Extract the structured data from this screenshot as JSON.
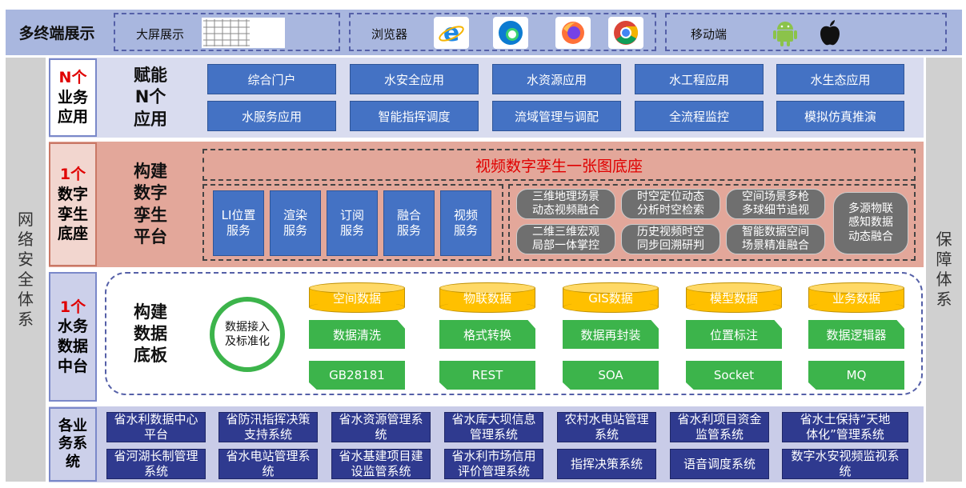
{
  "terminals": {
    "title": "多终端展示",
    "big_screen": "大屏展示",
    "browser": "浏览器",
    "mobile": "移动端",
    "icons": [
      "screen-grid-icon",
      "ie-browser-icon",
      "edge-browser-icon",
      "firefox-browser-icon",
      "chrome-browser-icon",
      "android-icon",
      "apple-icon"
    ]
  },
  "side": {
    "left_text": "网络安全体系",
    "right_text": "保障体系"
  },
  "apps": {
    "tag_line1": "N个",
    "tag_line2": "业务",
    "tag_line3": "应用",
    "title_line1": "赋能",
    "title_line2": "N个",
    "title_line3": "应用",
    "row1": [
      "综合门户",
      "水安全应用",
      "水资源应用",
      "水工程应用",
      "水生态应用"
    ],
    "row2": [
      "水服务应用",
      "智能指挥调度",
      "流域管理与调配",
      "全流程监控",
      "模拟仿真推演"
    ]
  },
  "twin": {
    "tag_line1": "1个",
    "tag_line2": "数字",
    "tag_line3": "孪生",
    "tag_line4": "底座",
    "title_line1": "构建",
    "title_line2": "数字",
    "title_line3": "孪生",
    "title_line4": "平台",
    "banner": "视频数字孪生一张图底座",
    "services": [
      {
        "l1": "LI位置",
        "l2": "服务"
      },
      {
        "l1": "渲染",
        "l2": "服务"
      },
      {
        "l1": "订阅",
        "l2": "服务"
      },
      {
        "l1": "融合",
        "l2": "服务"
      },
      {
        "l1": "视频",
        "l2": "服务"
      }
    ],
    "capabilities": [
      {
        "l1": "三维地理场景",
        "l2": "动态视频融合"
      },
      {
        "l1": "时空定位动态",
        "l2": "分析时空检索"
      },
      {
        "l1": "空间场景多枪",
        "l2": "多球细节追视"
      },
      {
        "l1": "二维三维宏观",
        "l2": "局部一体掌控"
      },
      {
        "l1": "历史视频时空",
        "l2": "同步回溯研判"
      },
      {
        "l1": "智能数据空间",
        "l2": "场景精准融合"
      }
    ],
    "iot": {
      "l1": "多源物联",
      "l2": "感知数据",
      "l3": "动态融合"
    }
  },
  "data": {
    "tag_line1": "1个",
    "tag_line2": "水务",
    "tag_line3": "数据",
    "tag_line4": "中台",
    "title_line1": "构建",
    "title_line2": "数据",
    "title_line3": "底板",
    "ingest_l1": "数据接入",
    "ingest_l2": "及标准化",
    "stores": [
      "空间数据",
      "物联数据",
      "GIS数据",
      "模型数据",
      "业务数据"
    ],
    "processes": [
      "数据清洗",
      "格式转换",
      "数据再封装",
      "位置标注",
      "数据逻辑器"
    ],
    "protocols": [
      "GB28181",
      "REST",
      "SOA",
      "Socket",
      "MQ"
    ]
  },
  "systems": {
    "tag_line1": "各业",
    "tag_line2": "务系",
    "tag_line3": "统",
    "row1": [
      {
        "l1": "省水利数据中心",
        "l2": "平台"
      },
      {
        "l1": "省防汛指挥决策",
        "l2": "支持系统"
      },
      {
        "l1": "省水资源管理系",
        "l2": "统"
      },
      {
        "l1": "省水库大坝信息",
        "l2": "管理系统"
      },
      {
        "l1": "农村水电站管理",
        "l2": "系统"
      },
      {
        "l1": "省水利项目资金",
        "l2": "监管系统"
      },
      {
        "l1": "省水土保持“天地",
        "l2": "体化”管理系统"
      }
    ],
    "row2": [
      {
        "l1": "省河湖长制管理",
        "l2": "系统"
      },
      {
        "l1": "省水电站管理系",
        "l2": "统"
      },
      {
        "l1": "省水基建项目建",
        "l2": "设监管系统"
      },
      {
        "l1": "省水利市场信用",
        "l2": "评价管理系统"
      },
      {
        "l1": "指挥决策系统",
        "l2": ""
      },
      {
        "l1": "语音调度系统",
        "l2": ""
      },
      {
        "l1": "数字水安视频监视系",
        "l2": "统"
      }
    ]
  },
  "colors": {
    "terminal_band": "#a9b7df",
    "app_band": "#d9dcef",
    "twin_band": "#e3a79a",
    "data_band": "#ffffff",
    "systems_band": "#c9cce8",
    "blue_box": "#4472c4",
    "cylinder": "#ffc000",
    "green_box": "#3cb44b",
    "navy_box": "#2f3a8f",
    "red_text": "#e00000"
  }
}
